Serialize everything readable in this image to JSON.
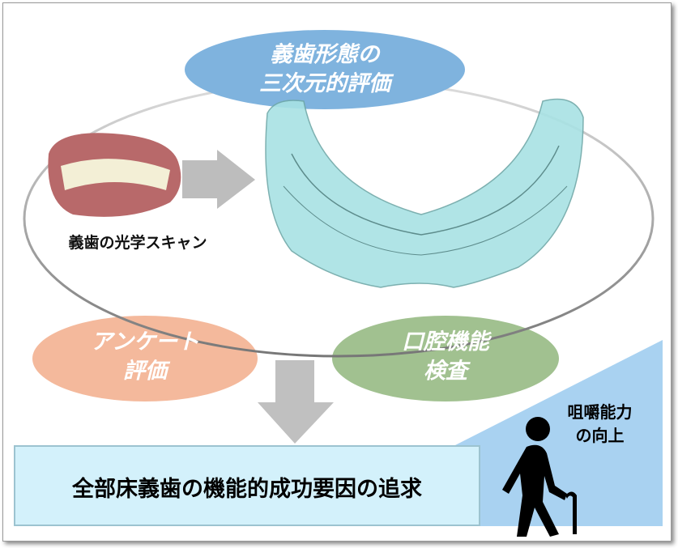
{
  "top_ellipse": {
    "line1": "義歯形態の",
    "line2": "三次元的評価",
    "color": "#7fb3de"
  },
  "scan_label": "義歯の光学スキャン",
  "survey_ellipse": {
    "line1": "アンケート",
    "line2": "評価",
    "color": "#f4b99c"
  },
  "oral_ellipse": {
    "line1": "口腔機能",
    "line2": "検査",
    "color": "#a1c190"
  },
  "goal_box": {
    "label": "全部床義歯の機能的成功要因の追求",
    "color": "#d3f1fb"
  },
  "improvement": {
    "line1": "咀嚼能力",
    "line2": "の向上",
    "color": "#a9d2f1"
  }
}
